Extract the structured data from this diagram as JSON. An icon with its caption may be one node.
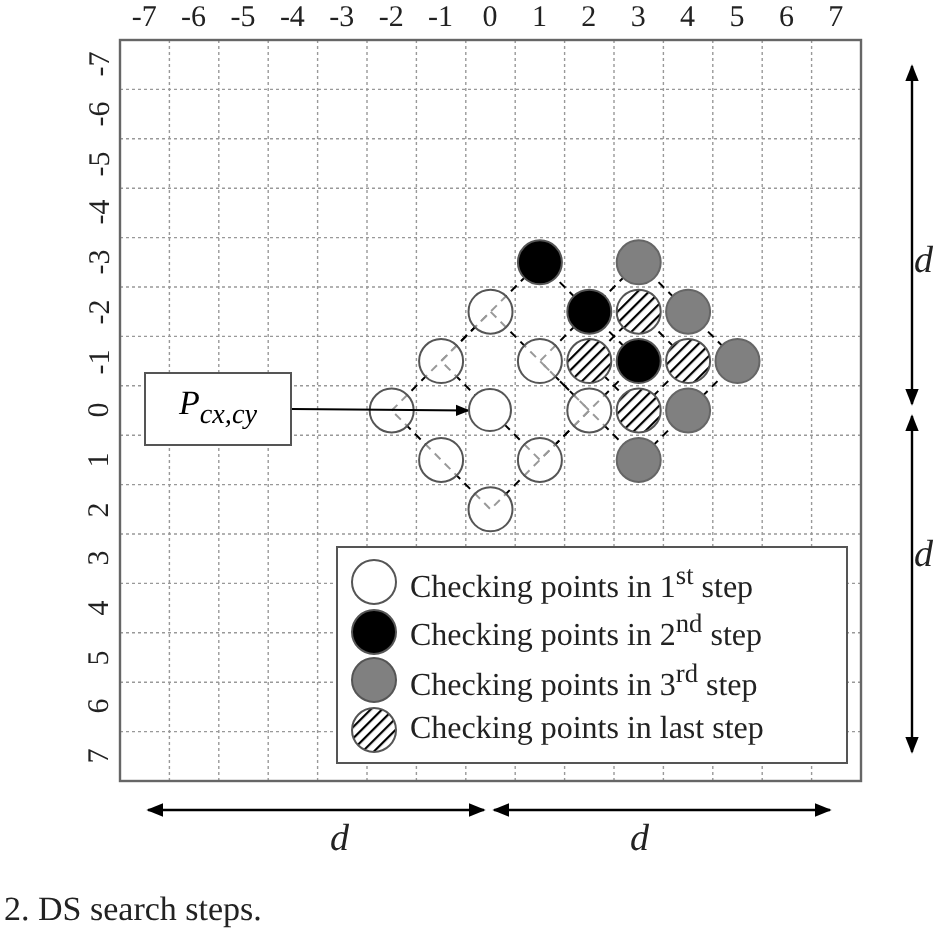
{
  "diagram": {
    "caption": "2. DS search steps.",
    "nodes": [
      {
        "text": [
          "P$_{cx,cy}$"
        ]
      },
      {
        "text": [],
        "shape": "circle"
      }
    ],
    "edges": [
      {
        "from": 0,
        "to": 1,
        "arrow": "to"
      }
    ],
    "labels": [
      "-7",
      "-6",
      "-5",
      "-4",
      "-3",
      "-2",
      "-1",
      "0",
      "1",
      "2",
      "3",
      "4",
      "5",
      "6",
      "7",
      "-7",
      "-6",
      "-5",
      "-4",
      "-3",
      "-2",
      "-1",
      "0",
      "1",
      "2",
      "3",
      "4",
      "5",
      "6",
      "7",
      "d",
      "d",
      "d",
      "d"
    ],
    "legend": [
      {
        "text": "Checking points in 1$^{st}$ step",
        "color": "#ffffff"
      },
      {
        "text": "Checking points in 2$^{nd}$ step",
        "color": "#000000"
      },
      {
        "text": "Checking points in 3$^{rd}$ step",
        "color": "#808080"
      },
      {
        "text": "Checking points in last step"
      }
    ]
  }
}
